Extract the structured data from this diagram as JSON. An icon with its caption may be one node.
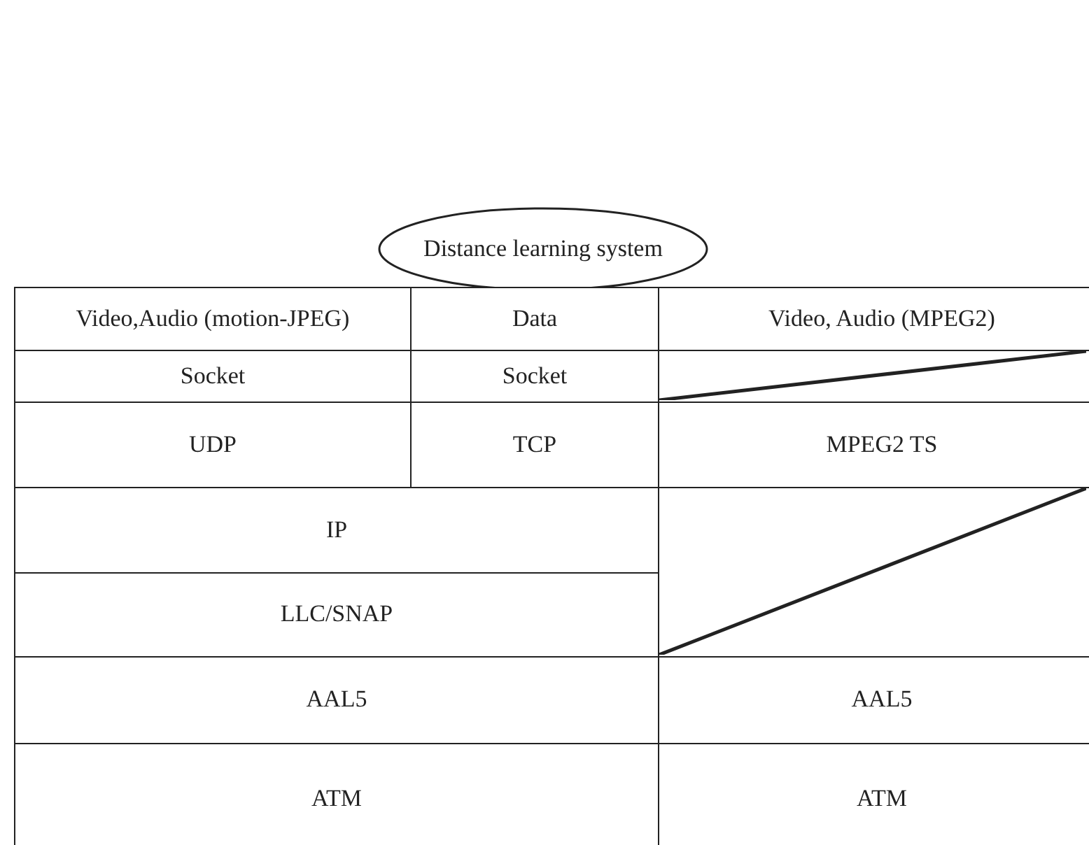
{
  "diagram": {
    "nodes": [
      {
        "text": [
          "Distance learning system"
        ]
      },
      {
        "text": [
          "Video,Audio (motion-JPEG)"
        ]
      },
      {
        "text": [
          "Data"
        ]
      },
      {
        "text": [
          "Video, Audio (MPEG2)"
        ]
      },
      {
        "text": [
          "Socket"
        ]
      },
      {
        "text": [
          "Socket"
        ]
      },
      {
        "text": [],
        "shape": "box"
      },
      {
        "text": [
          "UDP"
        ]
      },
      {
        "text": [
          "TCP"
        ]
      },
      {
        "text": [
          "MPEG2 TS"
        ]
      },
      {
        "text": [
          "IP"
        ]
      },
      {
        "text": [],
        "shape": "box"
      },
      {
        "text": [
          "LLC/SNAP"
        ]
      },
      {
        "text": [
          "AAL5"
        ]
      },
      {
        "text": [
          "AAL5"
        ]
      },
      {
        "text": [
          "ATM"
        ]
      },
      {
        "text": [
          "ATM"
        ]
      }
    ]
  }
}
